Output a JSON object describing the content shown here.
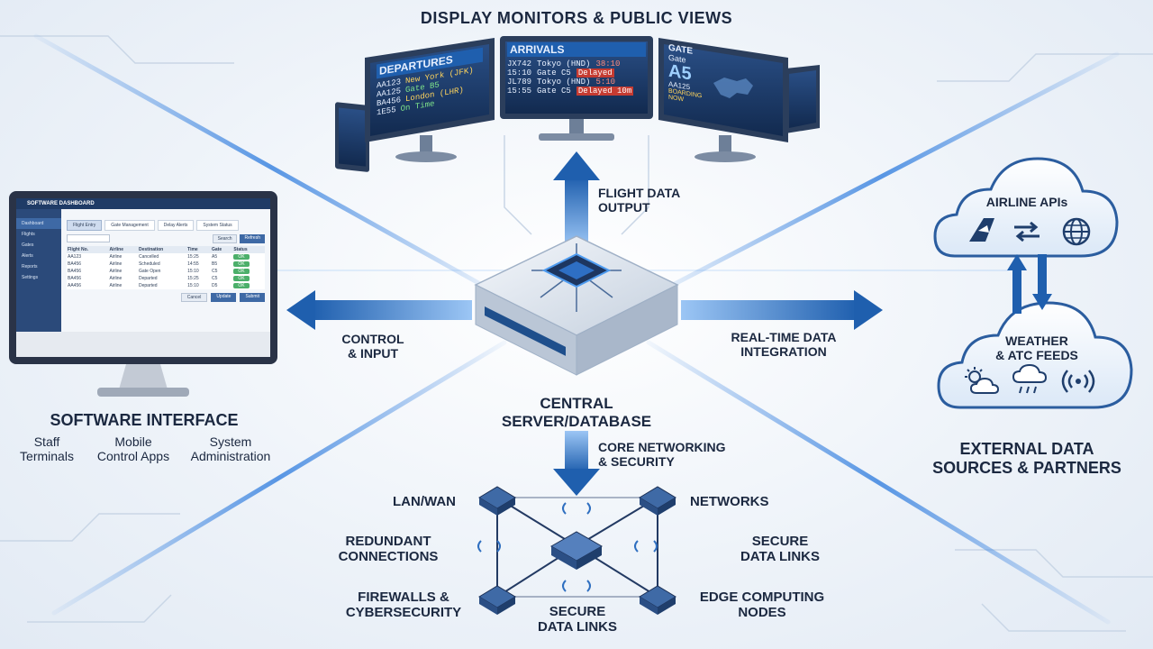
{
  "title": "DISPLAY MONITORS & PUBLIC VIEWS",
  "monitors": {
    "departures": {
      "header": "DEPARTURES",
      "rows": [
        [
          "AA123",
          "New York (JFK)"
        ],
        [
          "AA125",
          "Gate B5"
        ],
        [
          "BA456",
          "London (LHR)"
        ],
        [
          "1E55",
          "On Time"
        ]
      ]
    },
    "arrivals": {
      "header": "ARRIVALS",
      "rows": [
        [
          "JX742",
          "Tokyo (HND)",
          "38:10"
        ],
        [
          "15:10",
          "Gate C5",
          "Delayed"
        ],
        [
          "JL789",
          "Tokyo (HND)",
          "5:10"
        ],
        [
          "15:55",
          "Gate C5",
          "Delayed 10m"
        ]
      ]
    },
    "gate": {
      "header": "GATE",
      "gate_label": "Gate",
      "gate_number": "A5",
      "flight": "AA125",
      "status": "BOARDING NOW"
    }
  },
  "flows": {
    "flight_output": [
      "FLIGHT DATA",
      "OUTPUT"
    ],
    "control_input": [
      "CONTROL",
      "& INPUT"
    ],
    "realtime": [
      "REAL-TIME DATA",
      "INTEGRATION"
    ],
    "core_network": [
      "CORE NETWORKING",
      "& SECURITY"
    ]
  },
  "server": {
    "label": [
      "CENTRAL",
      "SERVER/DATABASE"
    ]
  },
  "software": {
    "title": "SOFTWARE INTERFACE",
    "app_title": "SOFTWARE DASHBOARD",
    "tabs": [
      "Flight Entry",
      "Gate Management",
      "Delay Alerts",
      "System Status"
    ],
    "search_button": "Search",
    "action_button": "Refresh",
    "columns": [
      "Flight No.",
      "Airline",
      "Destination",
      "Time",
      "Gate",
      "Status"
    ],
    "rows": [
      [
        "AA123",
        "Airline",
        "Cancelled",
        "15:25",
        "A5",
        "OK"
      ],
      [
        "BA456",
        "Airline",
        "Scheduled",
        "14:55",
        "B5",
        "OK"
      ],
      [
        "BA456",
        "Airline",
        "Gate Open",
        "15:10",
        "C5",
        "OK"
      ],
      [
        "BA456",
        "Airline",
        "Departed",
        "15:25",
        "C5",
        "OK"
      ],
      [
        "AA456",
        "Airline",
        "Departed",
        "15:10",
        "D5",
        "OK"
      ]
    ],
    "footer_buttons": [
      "Cancel",
      "Update",
      "Submit"
    ],
    "sidebar_items": [
      "Dashboard",
      "Flights",
      "Gates",
      "Alerts",
      "Reports",
      "Settings"
    ],
    "sub_labels": {
      "staff": [
        "Staff",
        "Terminals"
      ],
      "mobile": [
        "Mobile",
        "Control Apps"
      ],
      "admin": [
        "System",
        "Administration"
      ]
    }
  },
  "external": {
    "airline_apis": "AIRLINE APIs",
    "weather": [
      "WEATHER",
      "& ATC FEEDS"
    ],
    "title": [
      "EXTERNAL DATA",
      "SOURCES & PARTNERS"
    ]
  },
  "network": {
    "lan_wan": "LAN/WAN",
    "networks": "NETWORKS",
    "redundant": [
      "REDUNDANT",
      "CONNECTIONS"
    ],
    "secure_right": [
      "SECURE",
      "DATA LINKS"
    ],
    "firewalls": [
      "FIREWALLS &",
      "CYBERSECURITY"
    ],
    "secure_bottom": [
      "SECURE",
      "DATA LINKS"
    ],
    "edge": [
      "EDGE COMPUTING",
      "NODES"
    ]
  },
  "colors": {
    "accent": "#1f5fae",
    "navy": "#1b2f55",
    "beam": "#4f9cf0",
    "screen": "#1c3a66"
  }
}
